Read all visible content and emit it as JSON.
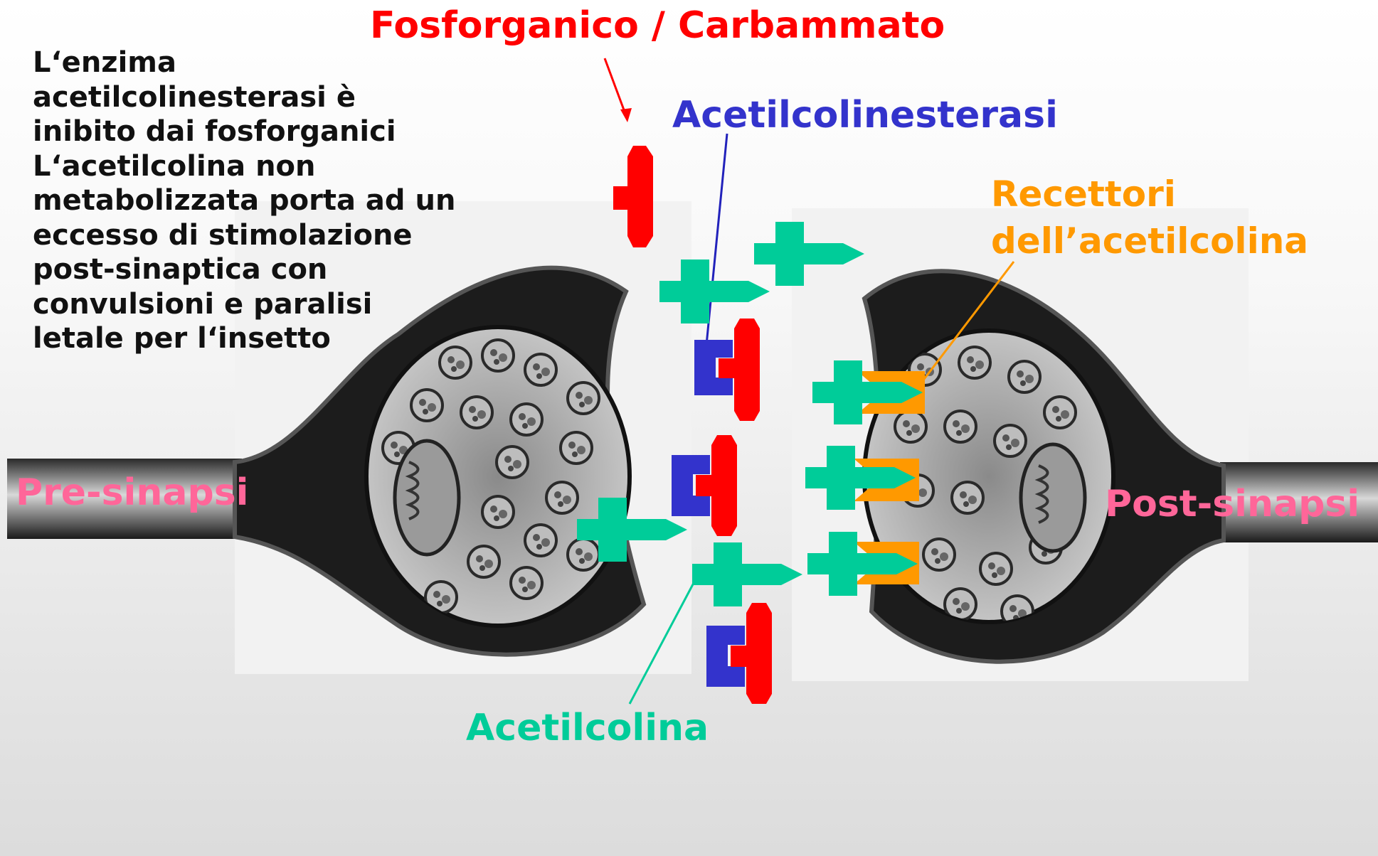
{
  "colors": {
    "inhibitor": "#ff0000",
    "enzyme": "#3333cc",
    "acetylcholine": "#00cc99",
    "receptor": "#ff9900",
    "synapse_label": "#ff6699",
    "text": "#111111"
  },
  "labels": {
    "inhibitor": "Fosforganico / Carbammato",
    "enzyme": "Acetilcolinesterasi",
    "receptor_line1": "Recettori",
    "receptor_line2": "dell’acetilcolina",
    "acetylcholine": "Acetilcolina",
    "pre_synapse": "Pre-sinapsi",
    "post_synapse": "Post-sinapsi"
  },
  "description": [
    "L‘enzima",
    "acetilcolinesterasi è",
    "inibito dai fosforganici",
    "L‘acetilcolina non",
    "metabolizzata porta ad un",
    "eccesso di stimolazione",
    "post-sinaptica con",
    "convulsioni e paralisi",
    "letale per l‘insetto"
  ]
}
